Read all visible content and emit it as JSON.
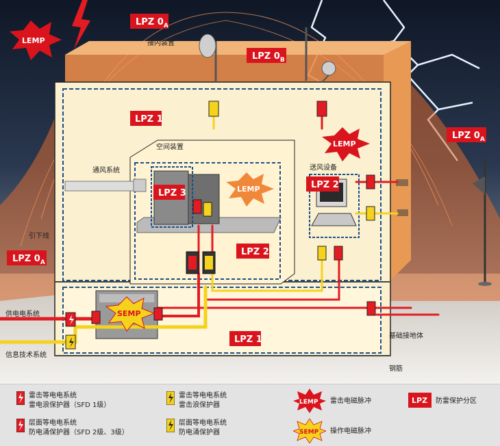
{
  "zones": {
    "lpz0a_top": "LPZ 0",
    "lpz0a_top_sub": "A",
    "lpz0b": "LPZ 0",
    "lpz0b_sub": "B",
    "lpz0a_right": "LPZ 0",
    "lpz0a_right_sub": "A",
    "lpz0a_left": "LPZ 0",
    "lpz0a_left_sub": "A",
    "lpz1_top": "LPZ 1",
    "lpz1_bottom": "LPZ 1",
    "lpz2_room": "LPZ 2",
    "lpz2_computer": "LPZ 2",
    "lpz3": "LPZ 3"
  },
  "bursts": {
    "lemp_top": "LEMP",
    "lemp_mid": "LEMP",
    "lemp_inner": "LEMP",
    "semp": "SEMP"
  },
  "labels": {
    "air_terminal": "接闪装置",
    "ventilation": "通风系统",
    "space_shield": "空间装置",
    "ventilation_eq": "送风设备",
    "down_conductor": "引下线",
    "power_system": "供电电系统",
    "it_system": "信息技术系统",
    "foundation_earth": "基础接地体",
    "rebar": "钢筋"
  },
  "legend": {
    "item1_line1": "雷击等电电系统",
    "item1_line2": "雷电浪保护器（SFD 1级）",
    "item2_line1": "雷击等电电系统",
    "item2_line2": "雷击浪保护器",
    "item3_line1": "层面等电电系统",
    "item3_line2": "防电涌保护器（SFD 2级、3级）",
    "item4_line1": "层面等电电系统",
    "item4_line2": "防电涌保护器",
    "lemp_badge": "LEMP",
    "lemp_desc": "雷击电磁脉冲",
    "semp_badge": "SEMP",
    "semp_desc": "操作电磁脉冲",
    "lpz_badge": "LPZ",
    "lpz_desc": "防雷保护分区"
  },
  "colors": {
    "sky": "#1e2a3a",
    "net": "#e07a3a",
    "zone_red": "#d9141c",
    "power_red": "#e31b23",
    "data_yellow": "#f5d21c",
    "wall": "#fbf0cf"
  }
}
